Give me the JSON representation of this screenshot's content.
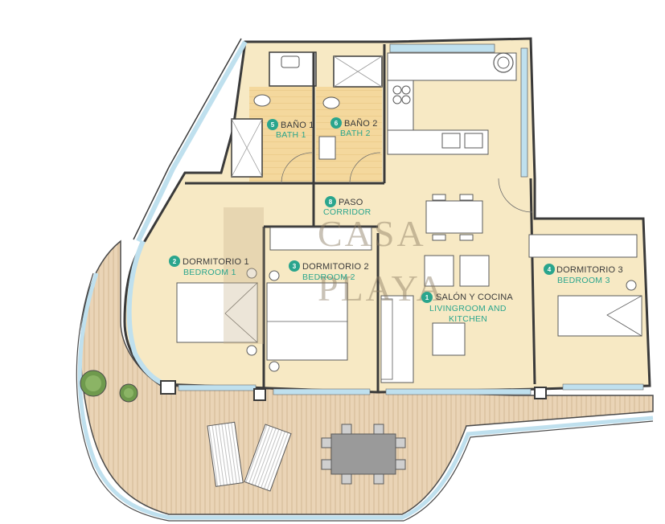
{
  "rooms": [
    {
      "id": "living",
      "number": "1",
      "name": "SALÓN Y COCINA",
      "name_en_line1": "LIVINGROOM AND",
      "name_en_line2": "KITCHEN"
    },
    {
      "id": "bedroom1",
      "number": "2",
      "name": "DORMITORIO 1",
      "name_en": "BEDROOM 1"
    },
    {
      "id": "bedroom2",
      "number": "3",
      "name": "DORMITORIO 2",
      "name_en": "BEDROOM 2"
    },
    {
      "id": "bedroom3",
      "number": "4",
      "name": "DORMITORIO 3",
      "name_en": "BEDROOM 3"
    },
    {
      "id": "bath1",
      "number": "5",
      "name": "BAÑO 1",
      "name_en": "BATH 1"
    },
    {
      "id": "bath2",
      "number": "6",
      "name": "BAÑO 2",
      "name_en": "BATH 2"
    },
    {
      "id": "corridor",
      "number": "8",
      "name": "PASO",
      "name_en": "CORRIDOR"
    }
  ],
  "watermark": {
    "line1": "CASA",
    "line2": "PLAYA"
  },
  "colors": {
    "floor": "#f7e9c4",
    "bath_floor": "#f3d79b",
    "terrace": "#e9d2b3",
    "wall": "#3a3a3a",
    "window": "#bfe0ee",
    "badge": "#2aa58d",
    "label_en": "#2aa58d"
  }
}
